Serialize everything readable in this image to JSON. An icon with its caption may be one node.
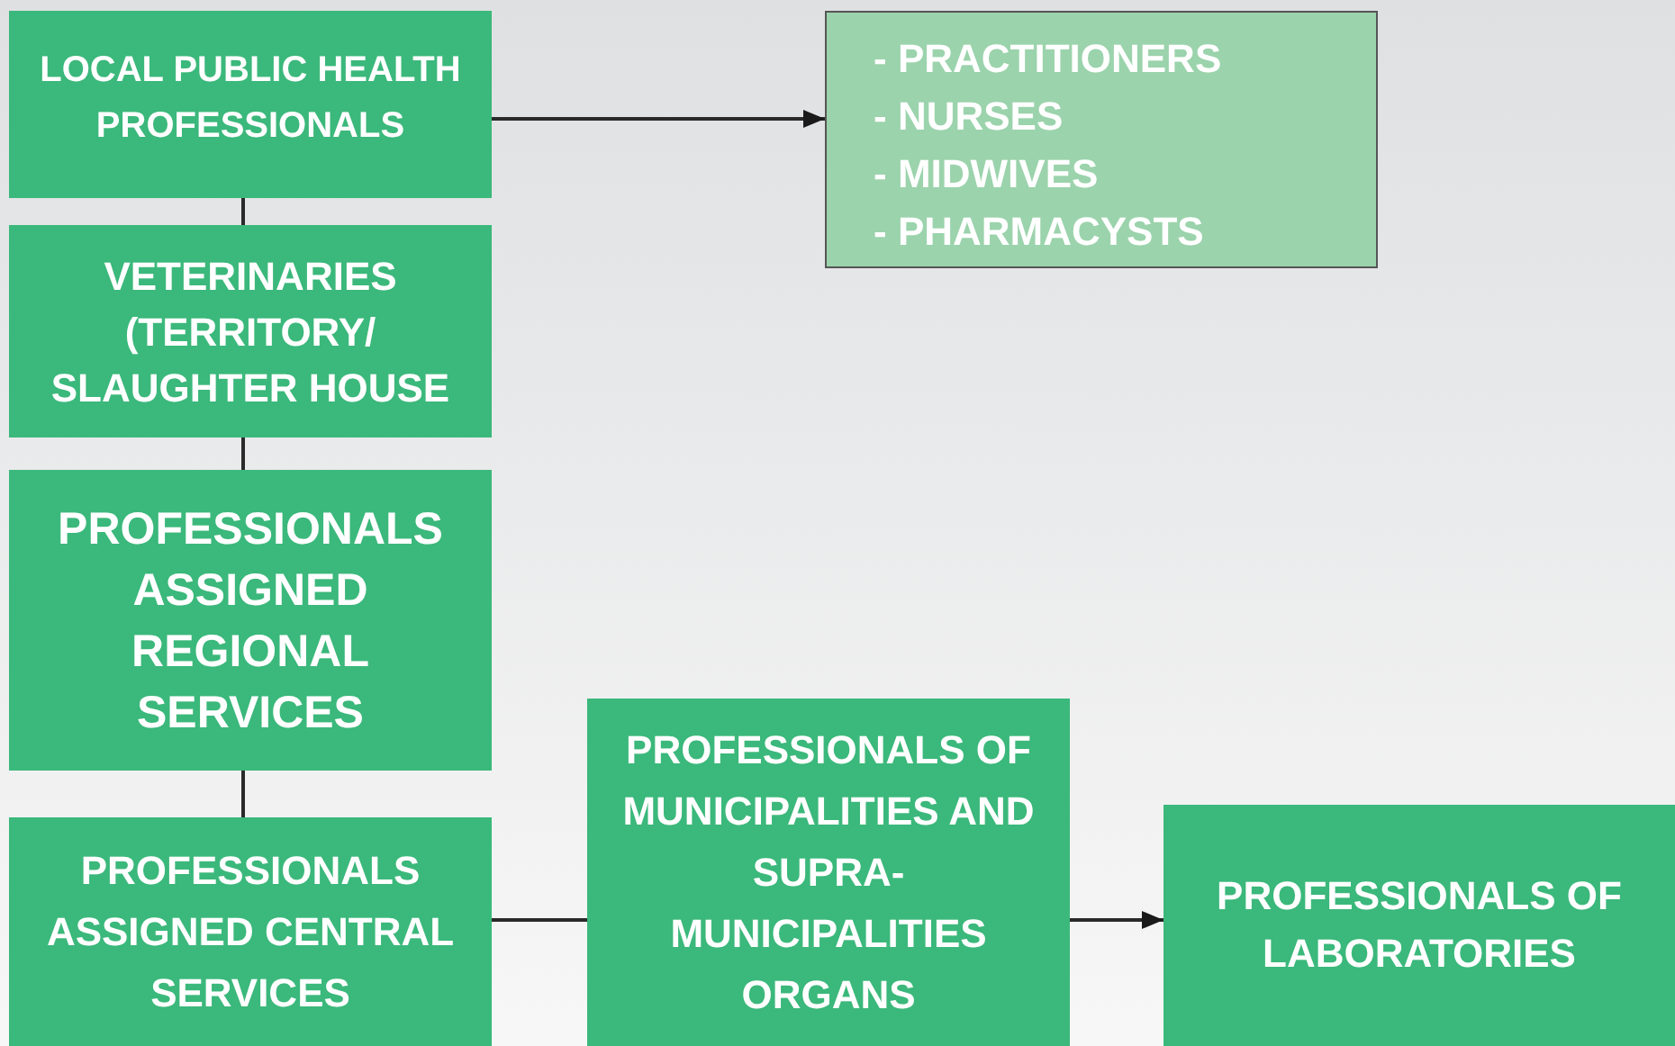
{
  "diagram": {
    "nodes": [
      {
        "text": [
          "LOCAL PUBLIC HEALTH PROFESSIONALS"
        ]
      },
      {
        "text": [
          "- PRACTITIONERS",
          "- NURSES",
          "- MIDWIVES",
          "- PHARMACYSTS"
        ]
      },
      {
        "text": [
          "VETERINARIES (TERRITORY/ SLAUGHTER HOUSE"
        ]
      },
      {
        "text": [
          "PROFESSIONALS ASSIGNED REGIONAL SERVICES"
        ]
      },
      {
        "text": [
          "PROFESSIONALS ASSIGNED CENTRAL SERVICES"
        ]
      },
      {
        "text": [
          "PROFESSIONALS OF MUNICIPALITIES AND SUPRA-MUNICIPALITIES ORGANS"
        ]
      },
      {
        "text": [
          "PROFESSIONALS OF LABORATORIES"
        ]
      }
    ],
    "edges": [
      {
        "from": 0,
        "to": 1,
        "arrow": "to"
      },
      {
        "from": 0,
        "to": 2,
        "arrow": "none"
      },
      {
        "from": 2,
        "to": 3,
        "arrow": "none"
      },
      {
        "from": 3,
        "to": 4,
        "arrow": "none"
      },
      {
        "from": 4,
        "to": 5,
        "arrow": "none"
      },
      {
        "from": 5,
        "to": 6,
        "arrow": "to"
      }
    ]
  }
}
